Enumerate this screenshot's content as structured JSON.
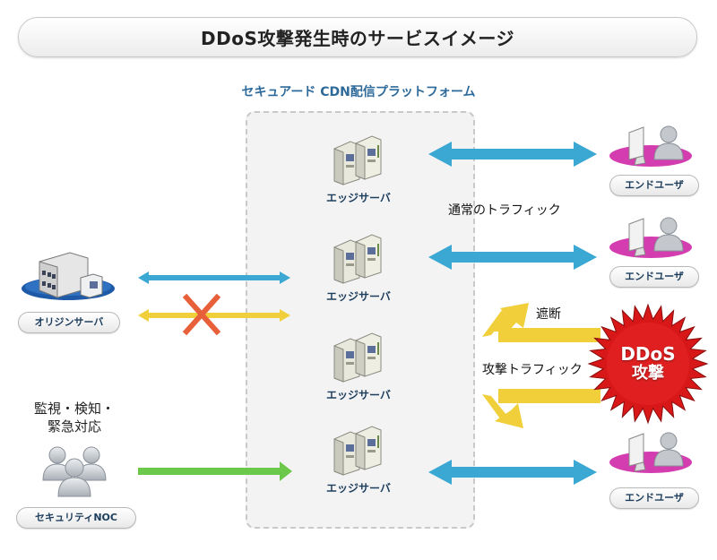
{
  "header": {
    "title": "DDoS攻撃発生時のサービスイメージ"
  },
  "platform": {
    "label": "セキュアード CDN配信プラットフォーム",
    "edge_servers": [
      {
        "label": "エッジサーバ"
      },
      {
        "label": "エッジサーバ"
      },
      {
        "label": "エッジサーバ"
      },
      {
        "label": "エッジサーバ"
      }
    ]
  },
  "origin": {
    "label": "オリジンサーバ"
  },
  "noc": {
    "caption_line1": "監視・検知・",
    "caption_line2": "緊急対応",
    "label": "セキュリティNOC"
  },
  "end_users": [
    {
      "label": "エンドユーザ"
    },
    {
      "label": "エンドユーザ"
    },
    {
      "label": "エンドユーザ"
    }
  ],
  "traffic": {
    "normal_label": "通常のトラフィック",
    "block_label": "遮断",
    "attack_label": "攻撃トラフィック"
  },
  "attack": {
    "line1": "DDoS",
    "line2": "攻撃"
  },
  "colors": {
    "normal_arrow": "#3aa8d2",
    "attack_arrow": "#f0cf3a",
    "noc_arrow": "#6cc84a",
    "block_x": "#e8603a",
    "ddos_burst": "#d81818",
    "user_base": "#d43db0",
    "origin_base": "#1e5aa8"
  }
}
